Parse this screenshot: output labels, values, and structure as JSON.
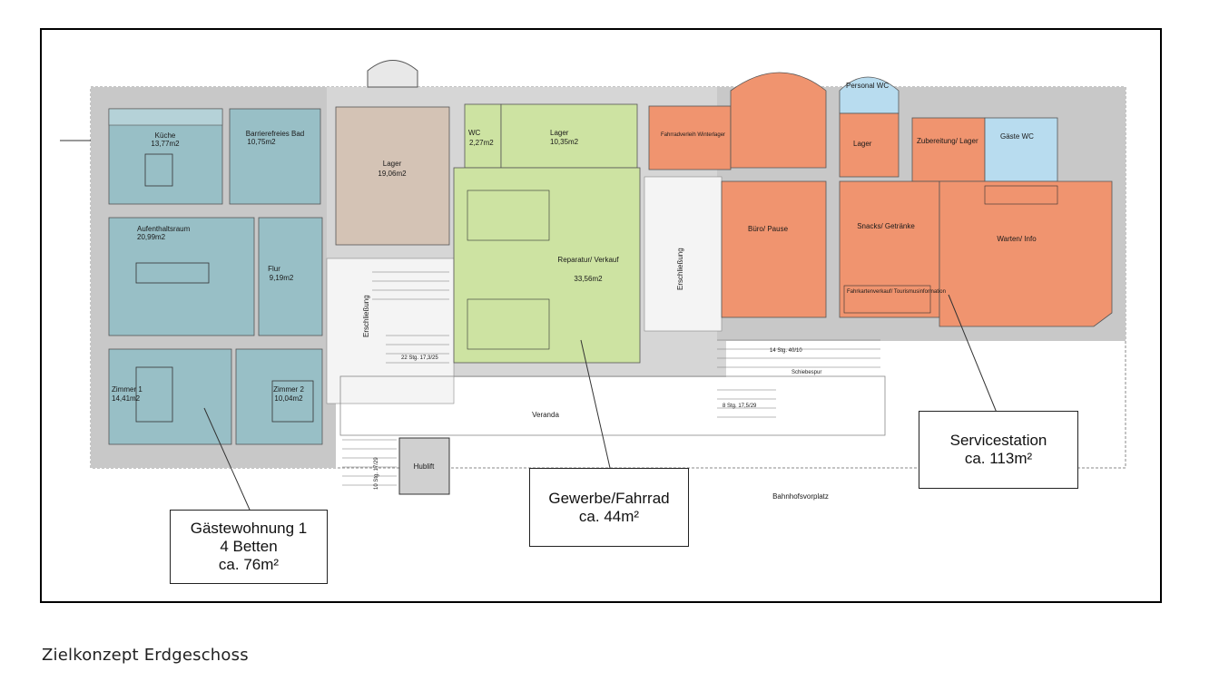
{
  "title": "Zielkonzept Erdgeschoss",
  "colors": {
    "guest_flat": "#98bfc6",
    "commercial": "#cde3a2",
    "service": "#f0946f",
    "storage": "#d4c3b5",
    "wc_blue": "#b8dcef",
    "wall": "#c8c8c8"
  },
  "rooms": {
    "kueche": {
      "name": "Küche",
      "area": "13,77m2"
    },
    "bad": {
      "name": "Barrierefreies Bad",
      "area": "10,75m2"
    },
    "lager_brown": {
      "name": "Lager",
      "area": "19,06m2"
    },
    "wc": {
      "name": "WC",
      "area": "2,27m2"
    },
    "lager_green": {
      "name": "Lager",
      "area": "10,35m2"
    },
    "aufenthalt": {
      "name": "Aufenthaltsraum",
      "area": "20,99m2"
    },
    "flur": {
      "name": "Flur",
      "area": "9,19m2"
    },
    "zimmer1": {
      "name": "Zimmer 1",
      "area": "14,41m2"
    },
    "zimmer2": {
      "name": "Zimmer 2",
      "area": "10,04m2"
    },
    "reparatur": {
      "name": "Reparatur/ Verkauf",
      "area": "33,56m2"
    },
    "fahrradverleih": {
      "name": "Fahrradverleih Winterlager"
    },
    "personal_wc": {
      "name": "Personal WC"
    },
    "lager_orange": {
      "name": "Lager"
    },
    "zubereitung": {
      "name": "Zubereitung/ Lager"
    },
    "gaeste_wc": {
      "name": "Gäste WC"
    },
    "buero": {
      "name": "Büro/ Pause"
    },
    "snacks": {
      "name": "Snacks/ Getränke"
    },
    "warten": {
      "name": "Warten/ Info"
    },
    "fahrkarten": {
      "name": "Fahrkartenverkauf/ Tourismusinformation"
    }
  },
  "labels": {
    "erschliessung": "Erschließung",
    "veranda": "Veranda",
    "hublift": "Hublift",
    "bahnhofsvorplatz": "Bahnhofsvorplatz",
    "stairs_main": "22 Stg. 17,3/25",
    "stairs_lift": "10 Stg. 17/29",
    "stairs_east_top": "14 Stg. 40/10",
    "stairs_east": "8 Stg. 17,5/29",
    "schiebespur": "Schiebespur"
  },
  "callouts": {
    "guest": {
      "line1": "Gästewohnung 1",
      "line2": "4 Betten",
      "line3": "ca. 76m²"
    },
    "commercial": {
      "line1": "Gewerbe/Fahrrad",
      "line2": "ca. 44m²"
    },
    "service": {
      "line1": "Servicestation",
      "line2": "ca. 113m²"
    }
  }
}
